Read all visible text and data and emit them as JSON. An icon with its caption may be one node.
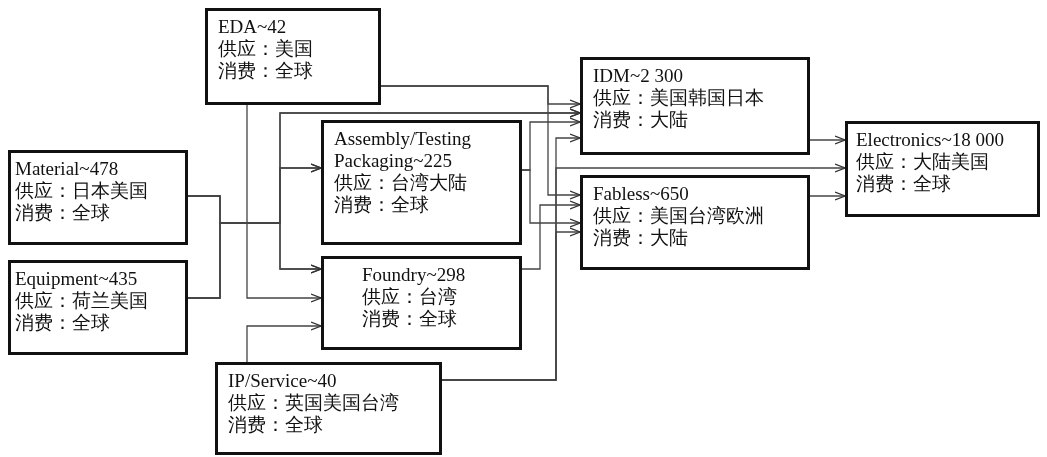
{
  "diagram": {
    "nodes": [
      {
        "text": [
          "EDA~42",
          "供应：美国",
          "消费：全球"
        ]
      },
      {
        "text": [
          "IDM~2 300",
          "供应：美国韩国日本",
          "消费：大陆"
        ]
      },
      {
        "text": [
          "Assembly/Testing Packaging~225",
          "供应：台湾大陆",
          "消费：全球"
        ]
      },
      {
        "text": [
          "Material~478",
          "供应：日本美国",
          "消费：全球"
        ]
      },
      {
        "text": [
          "Fabless~650",
          "供应：美国台湾欧洲",
          "消费：大陆"
        ]
      },
      {
        "text": [
          "Electronics~18 000",
          "供应：大陆美国",
          "消费：全球"
        ]
      },
      {
        "text": [
          "Equipment~435",
          "供应：荷兰美国",
          "消费：全球"
        ]
      },
      {
        "text": [
          "Foundry~298",
          "供应：台湾",
          "消费：全球"
        ]
      },
      {
        "text": [
          "IP/Service~40",
          "供应：英国美国台湾",
          "消费：全球"
        ]
      }
    ],
    "edges": [
      {
        "from": 0,
        "to": 1,
        "arrow": "to"
      },
      {
        "from": 0,
        "to": 4,
        "arrow": "to"
      },
      {
        "from": 0,
        "to": 7,
        "arrow": "to"
      },
      {
        "from": 3,
        "to": 1,
        "arrow": "to"
      },
      {
        "from": 3,
        "to": 2,
        "arrow": "to"
      },
      {
        "from": 3,
        "to": 7,
        "arrow": "to"
      },
      {
        "from": 6,
        "to": 1,
        "arrow": "to"
      },
      {
        "from": 6,
        "to": 2,
        "arrow": "to"
      },
      {
        "from": 6,
        "to": 7,
        "arrow": "to"
      },
      {
        "from": 2,
        "to": 1,
        "arrow": "to"
      },
      {
        "from": 2,
        "to": 4,
        "arrow": "to"
      },
      {
        "from": 7,
        "to": 4,
        "arrow": "to"
      },
      {
        "from": 8,
        "to": 7,
        "arrow": "to"
      },
      {
        "from": 8,
        "to": 1,
        "arrow": "to"
      },
      {
        "from": 8,
        "to": 4,
        "arrow": "to"
      },
      {
        "from": 8,
        "to": 5,
        "arrow": "to"
      },
      {
        "from": 1,
        "to": 5,
        "arrow": "to"
      },
      {
        "from": 4,
        "to": 5,
        "arrow": "to"
      }
    ]
  }
}
